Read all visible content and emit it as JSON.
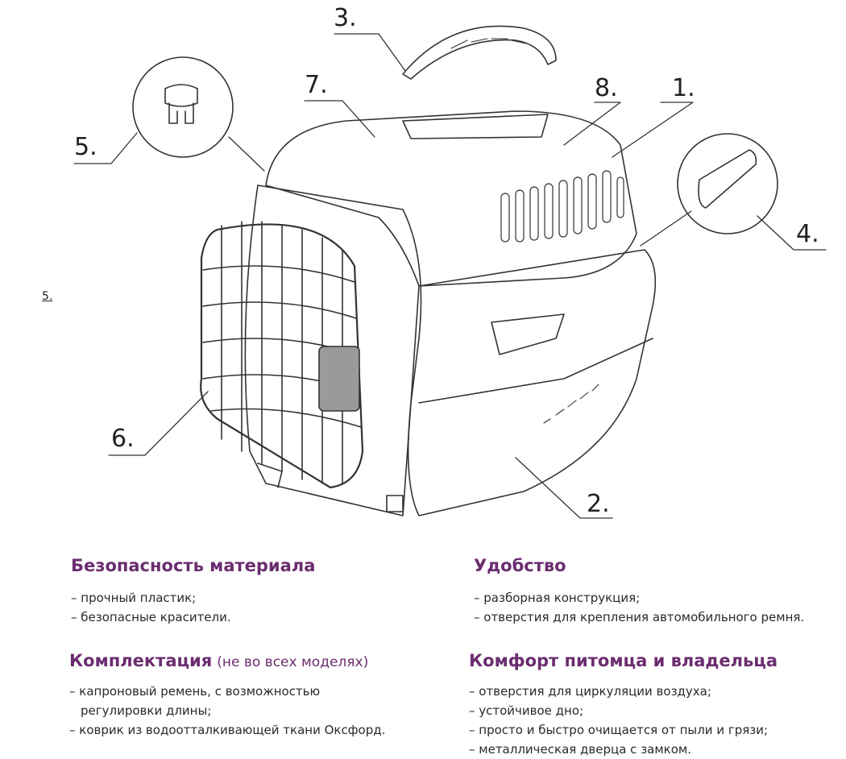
{
  "callouts": {
    "c1": "1.",
    "c2": "2.",
    "c3": "3.",
    "c4": "4.",
    "c5": "5.",
    "c6": "6.",
    "c7": "7.",
    "c8": "8."
  },
  "side_label": "5.",
  "sections": [
    {
      "title": "Безопасность материала",
      "items": [
        "– прочный пластик;",
        "– безопасные красители."
      ]
    },
    {
      "title": "Удобство",
      "items": [
        "– разборная конструкция;",
        "– отверстия для крепления автомобильного ремня."
      ]
    },
    {
      "title": "Комплектация",
      "note": "(не во всех моделях)",
      "items": [
        "– капроновый ремень, с возможностью",
        "регулировки длины;",
        "– коврик из водоотталкивающей ткани Оксфорд."
      ]
    },
    {
      "title": "Комфорт питомца и владельца",
      "items": [
        "– отверстия для циркуляции воздуха;",
        "– устойчивое дно;",
        "– просто и быстро очищается от пыли и грязи;",
        "– металлическая дверца с замком."
      ]
    }
  ],
  "colors": {
    "accent": "#6b2d6f",
    "line": "#333333",
    "latch": "#9a9a9a"
  }
}
